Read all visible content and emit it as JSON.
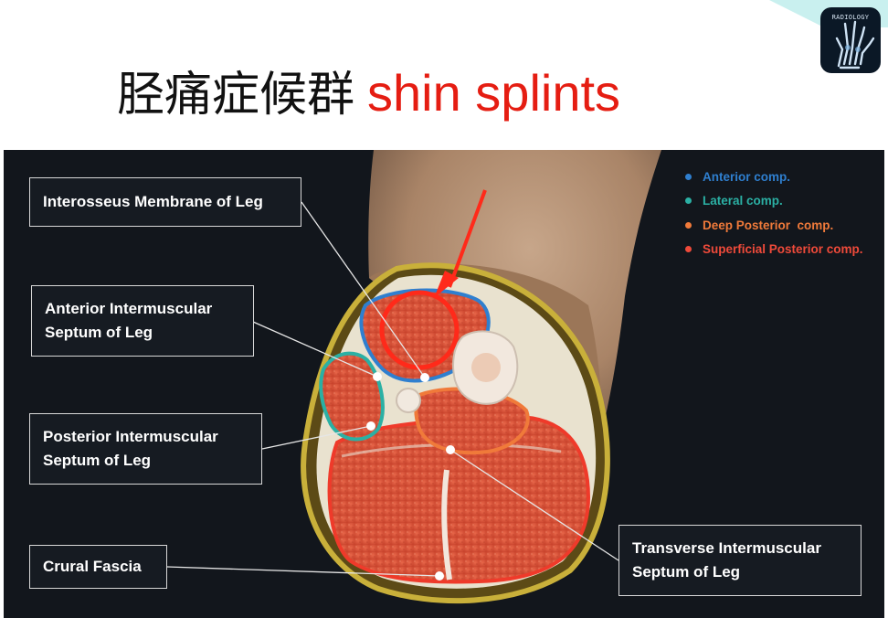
{
  "title": {
    "chinese": "胫痛症候群",
    "english": "shin splints"
  },
  "logo": {
    "text": "RADIOLOGY",
    "icon": "hand-xray-icon"
  },
  "labels": {
    "interosseus": "Interosseus Membrane of Leg",
    "anterior_line1": "Anterior Intermuscular",
    "anterior_line2": "Septum of Leg",
    "posterior_line1": "Posterior Intermuscular",
    "posterior_line2": "Septum of Leg",
    "crural": "Crural Fascia",
    "transverse_line1": "Transverse Intermuscular",
    "transverse_line2": "Septum of Leg"
  },
  "legend": [
    {
      "label": "Anterior comp.",
      "color": "#2f7fcf"
    },
    {
      "label": "Lateral comp.",
      "color": "#2bb0a4"
    },
    {
      "label": "Deep Posterior  comp.",
      "color": "#f07a3a"
    },
    {
      "label": "Superficial Posterior comp.",
      "color": "#ef4a3a"
    }
  ],
  "colors": {
    "title_accent": "#e51d12",
    "anterior_outline": "#2f7fcf",
    "lateral_outline": "#2bb0a4",
    "deep_posterior_outline": "#f07a3a",
    "superficial_posterior_outline": "#ef3a2a",
    "highlight_circle": "#ff2a1a"
  }
}
